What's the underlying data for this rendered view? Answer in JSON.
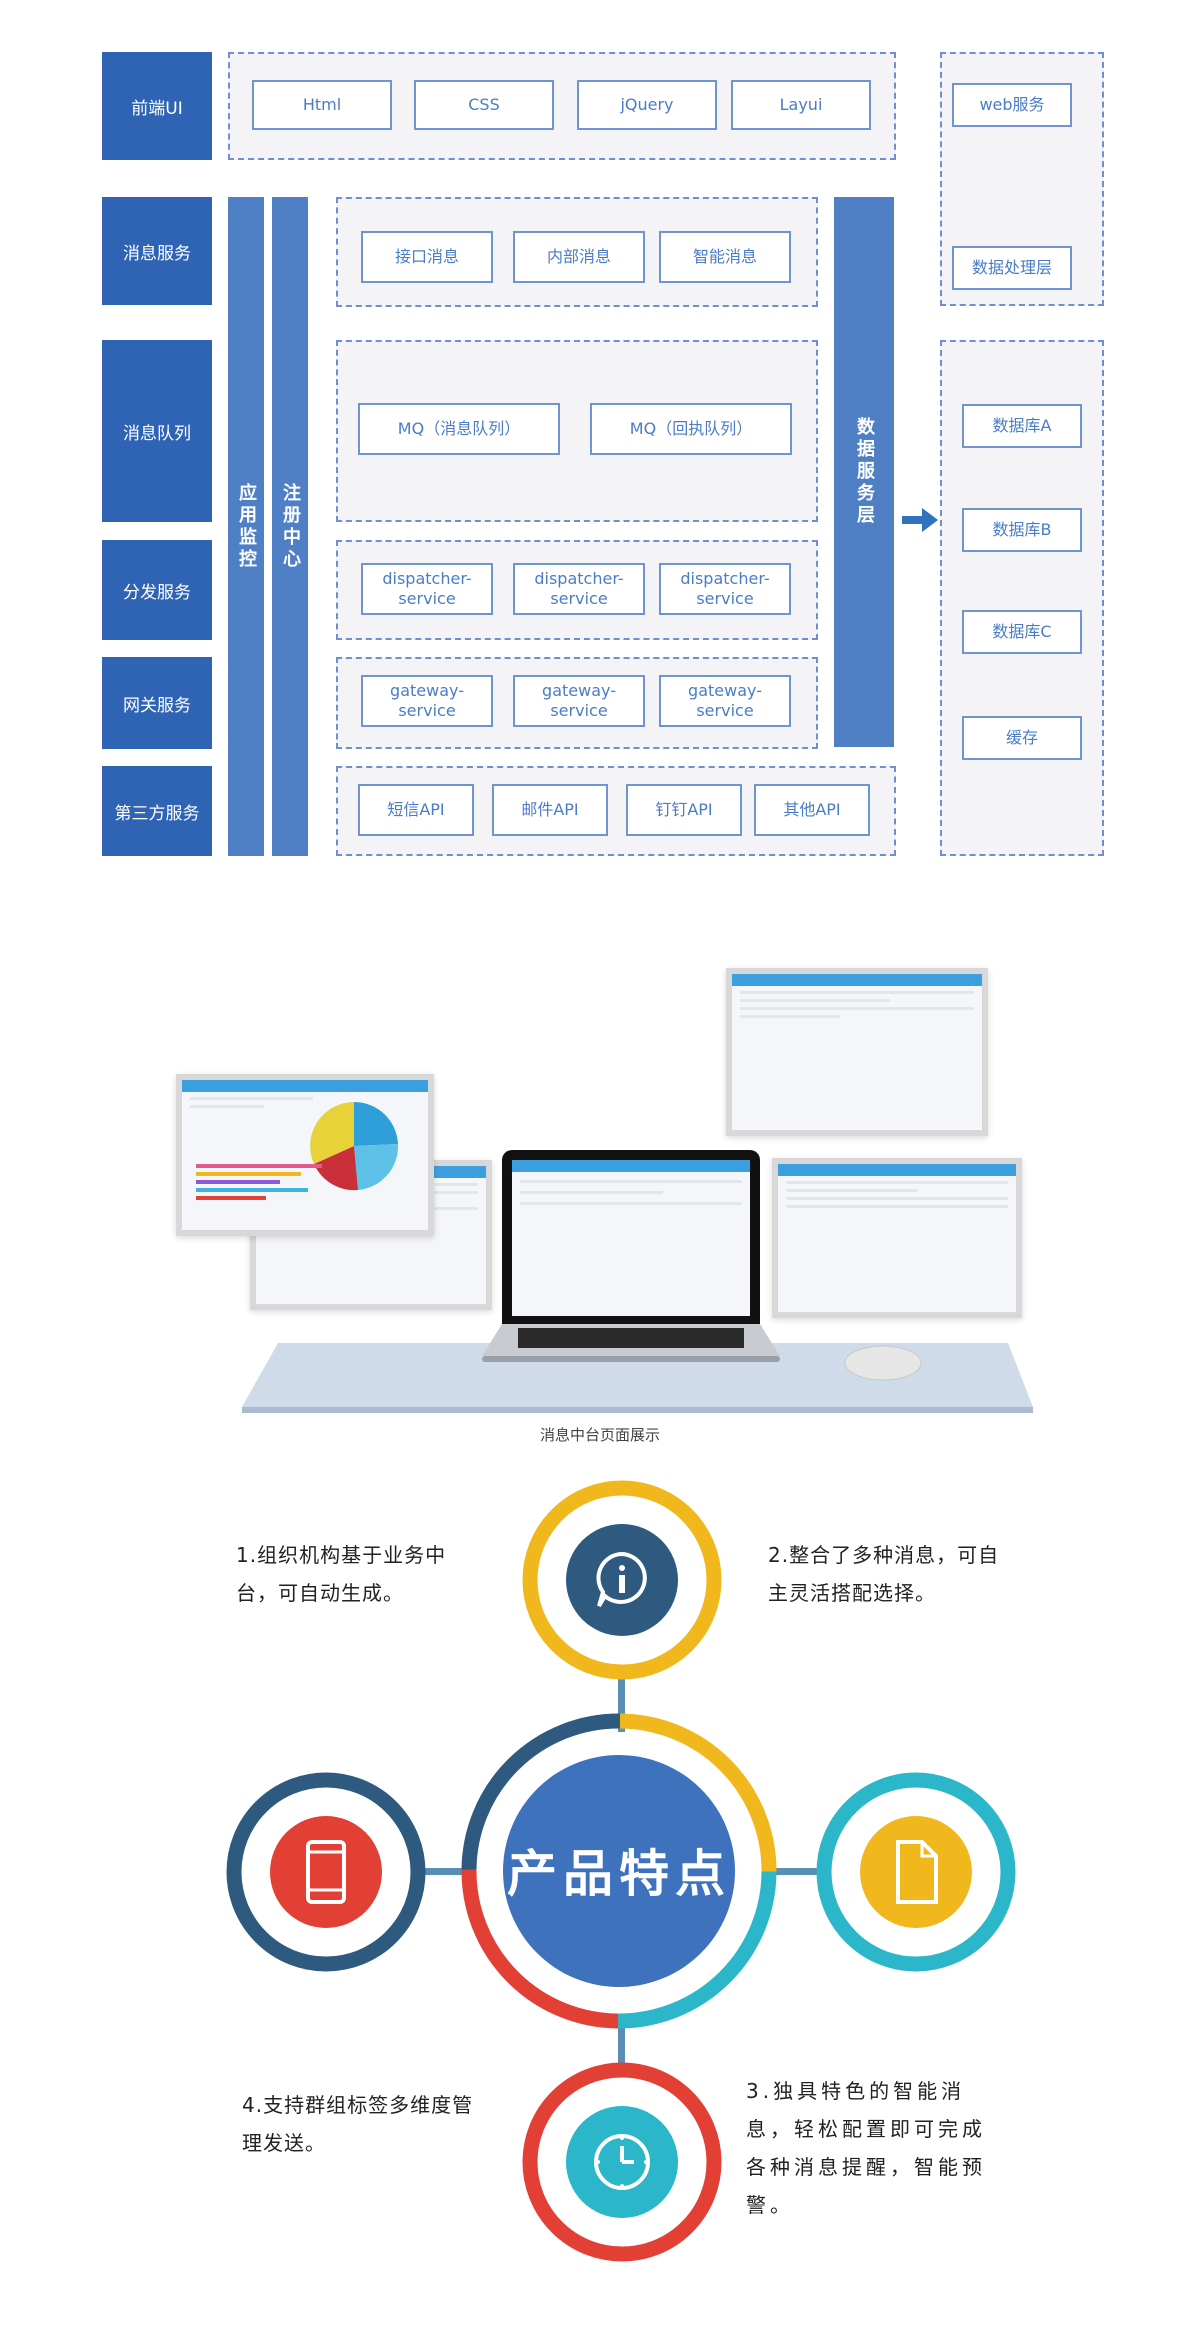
{
  "layers": [
    "前端UI",
    "消息服务",
    "消息队列",
    "分发服务",
    "网关服务",
    "第三方服务"
  ],
  "side_bars": {
    "monitor": "应用监控",
    "registry": "注册中心",
    "data_service": "数据服务层"
  },
  "frontend_boxes": [
    "Html",
    "CSS",
    "jQuery",
    "Layui"
  ],
  "message_boxes": [
    "接口消息",
    "内部消息",
    "智能消息"
  ],
  "mq_boxes": [
    "MQ（消息队列）",
    "MQ（回执队列）"
  ],
  "dispatcher_boxes": [
    "dispatcher-\nservice",
    "dispatcher-\nservice",
    "dispatcher-\nservice"
  ],
  "gateway_boxes": [
    "gateway-\nservice",
    "gateway-\nservice",
    "gateway-\nservice"
  ],
  "thirdparty_boxes": [
    "短信API",
    "邮件API",
    "钉钉API",
    "其他API"
  ],
  "web_boxes": [
    "web服务",
    "数据处理层"
  ],
  "db_boxes": [
    "数据库A",
    "数据库B",
    "数据库C",
    "缓存"
  ],
  "showcase_caption": "消息中台页面展示",
  "center_title": "产品特点",
  "features": {
    "f1": "1.组织机构基于业务中台，可自动生成。",
    "f2": "2.整合了多种消息，可自主灵活搭配选择。",
    "f3": "3.独具特色的智能消息，轻松配置即可完成各种消息提醒，智能预警。",
    "f4": "4.支持群组标签多维度管理发送。"
  },
  "icons": {
    "top": "info-chat-icon",
    "left": "mobile-phone-icon",
    "right": "document-icon",
    "bottom": "clock-icon"
  },
  "colors": {
    "layer_blue": "#2f64b4",
    "bar_blue": "#4f7fc4",
    "ring_yellow": "#f0b81c",
    "ring_navy": "#2d5a7e",
    "ring_teal": "#2bb7c9",
    "ring_red": "#e23f35",
    "center_blue": "#3f72bd"
  }
}
